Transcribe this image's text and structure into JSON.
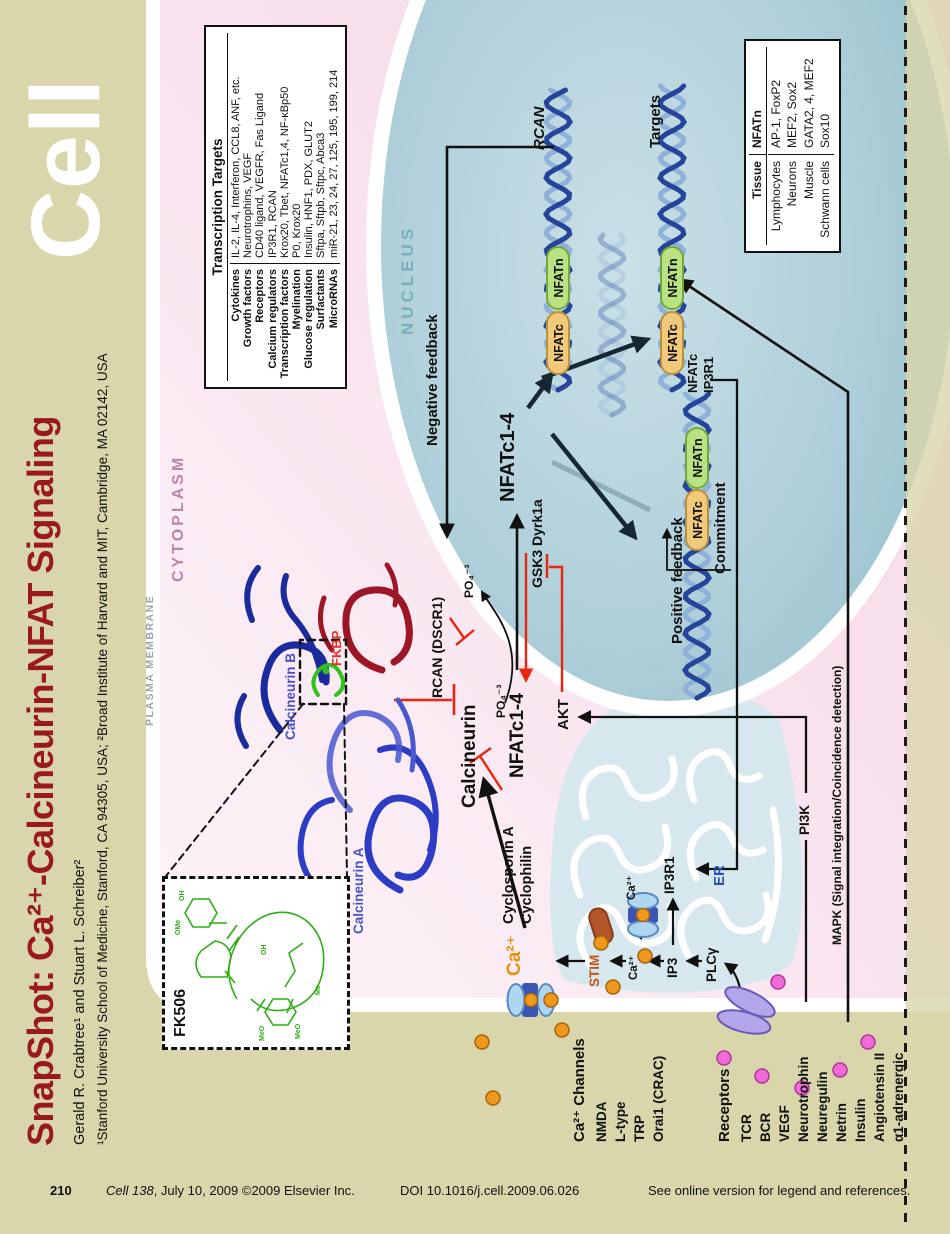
{
  "journal": {
    "logo": "Cell"
  },
  "masthead": {
    "title": "SnapShot: Ca²⁺-Calcineurin-NFAT Signaling",
    "authors": "Gerald R. Crabtree¹ and Stuart L. Schreiber²",
    "affiliations": "¹Stanford University School of Medicine, Stanford, CA 94305, USA; ²Broad Institute of Harvard and MIT, Cambridge, MA 02142, USA"
  },
  "compartments": {
    "nucleus": "NUCLEUS",
    "cytoplasm": "CYTOPLASM",
    "plasma_membrane": "PLASMA MEMBRANE",
    "er": "ER"
  },
  "transcription_table": {
    "title": "Transcription Targets",
    "rows": [
      {
        "category": "Cytokines",
        "targets": "IL-2, IL-4, Interferon, CCL8, ANF, etc."
      },
      {
        "category": "Growth factors",
        "targets": "Neurotrophins, VEGF"
      },
      {
        "category": "Receptors",
        "targets": "CD40 ligand, VEGFR, Fas Ligand"
      },
      {
        "category": "Calcium regulators",
        "targets": "IP3R1, RCAN"
      },
      {
        "category": "Transcription factors",
        "targets": "Krox20, Tbet, NFATc1,4, NF-κBp50"
      },
      {
        "category": "Myelination",
        "targets": "P0, Krox20"
      },
      {
        "category": "Glucose regulation",
        "targets": "Insulin, HNF1, PDX, GLUT2"
      },
      {
        "category": "Surfactants",
        "targets": "Sftpa, Sftpb, Sftpc, Abca3"
      },
      {
        "category": "MicroRNAs",
        "targets": "miR-21, 23, 24, 27, 125, 195, 199, 214"
      }
    ]
  },
  "nfatn_table": {
    "col1": "Tissue",
    "col2": "NFATn",
    "rows": [
      {
        "tissue": "Lymphocytes",
        "nfatn": "AP-1, FoxP2"
      },
      {
        "tissue": "Neurons",
        "nfatn": "MEF2, Sox2"
      },
      {
        "tissue": "Muscle",
        "nfatn": "GATA2, 4, MEF2"
      },
      {
        "tissue": "Schwann cells",
        "nfatn": "Sox10"
      }
    ]
  },
  "channels": {
    "header": "Ca²⁺ Channels",
    "items": [
      "NMDA",
      "L-type",
      "TRP",
      "Orai1 (CRAC)"
    ]
  },
  "receptors": {
    "header": "Receptors",
    "items": [
      "TCR",
      "BCR",
      "VEGF",
      "Neurotrophin",
      "Neuregulin",
      "Netrin",
      "Insulin",
      "Angiotensin II",
      "α1-adrenergic"
    ]
  },
  "labels": {
    "negative_feedback": "Negative feedback",
    "positive_feedback": "Positive feedback",
    "commitment": "Commitment",
    "rcan_gene": "RCAN",
    "targets_gene": "Targets",
    "nfatc": "NFATc",
    "nfatn": "NFATn",
    "nfatc14_nuclear": "NFATc1-4",
    "nfatc14_cytoplasmic": "NFATc1-4",
    "nfatc_gene": "NFATc",
    "ip3r1_gene": "IP3R1",
    "gsk3_dyrk1a": "GSK3 Dyrk1a",
    "akt": "AKT",
    "calcineurin": "Calcineurin",
    "rcan_dscr1": "RCAN (DSCR1)",
    "po4": "PO₄⁻³",
    "cyclosporin_a": "Cyclosporin A",
    "cyclophilin": "Cyclophilin",
    "calcineurin_a": "Calcineurin A",
    "calcineurin_b": "Calcineurin B",
    "fkbp": "FKBP",
    "fk506": "FK506",
    "ca2_big": "Ca²⁺",
    "ca2_small": "Ca²⁺",
    "stim": "STIM",
    "ip3r1": "IP3R1",
    "ip3": "IP3",
    "plc_gamma": "PLCγ",
    "pi3k": "PI3K",
    "mapk": "MAPK (Signal integration/Coincidence detection)"
  },
  "fk506_atoms": [
    "MeO",
    "MeO",
    "Me",
    "OH",
    "OMe",
    "OH"
  ],
  "footer": {
    "page_number": "210",
    "journal_issue": "Cell 138",
    "citation_rest": ", July 10, 2009 ©2009 Elsevier Inc.",
    "doi": "DOI 10.1016/j.cell.2009.06.026",
    "note": "See online version for legend and references."
  },
  "colors": {
    "page_khaki": "#d9d6ab",
    "title_red": "#9a191c",
    "nucleus_blue": "#a5ccd6",
    "cytoplasm_pink": "#f6dcEA",
    "nfatc_pill": "#f2c879",
    "nfatn_pill": "#b9e383",
    "calcium_orange": "#f0981e",
    "ligand_pink": "#f06ad8",
    "inhibit_red": "#e8250f",
    "helix_dark": "#24459a",
    "helix_light": "#8fb0d8"
  }
}
